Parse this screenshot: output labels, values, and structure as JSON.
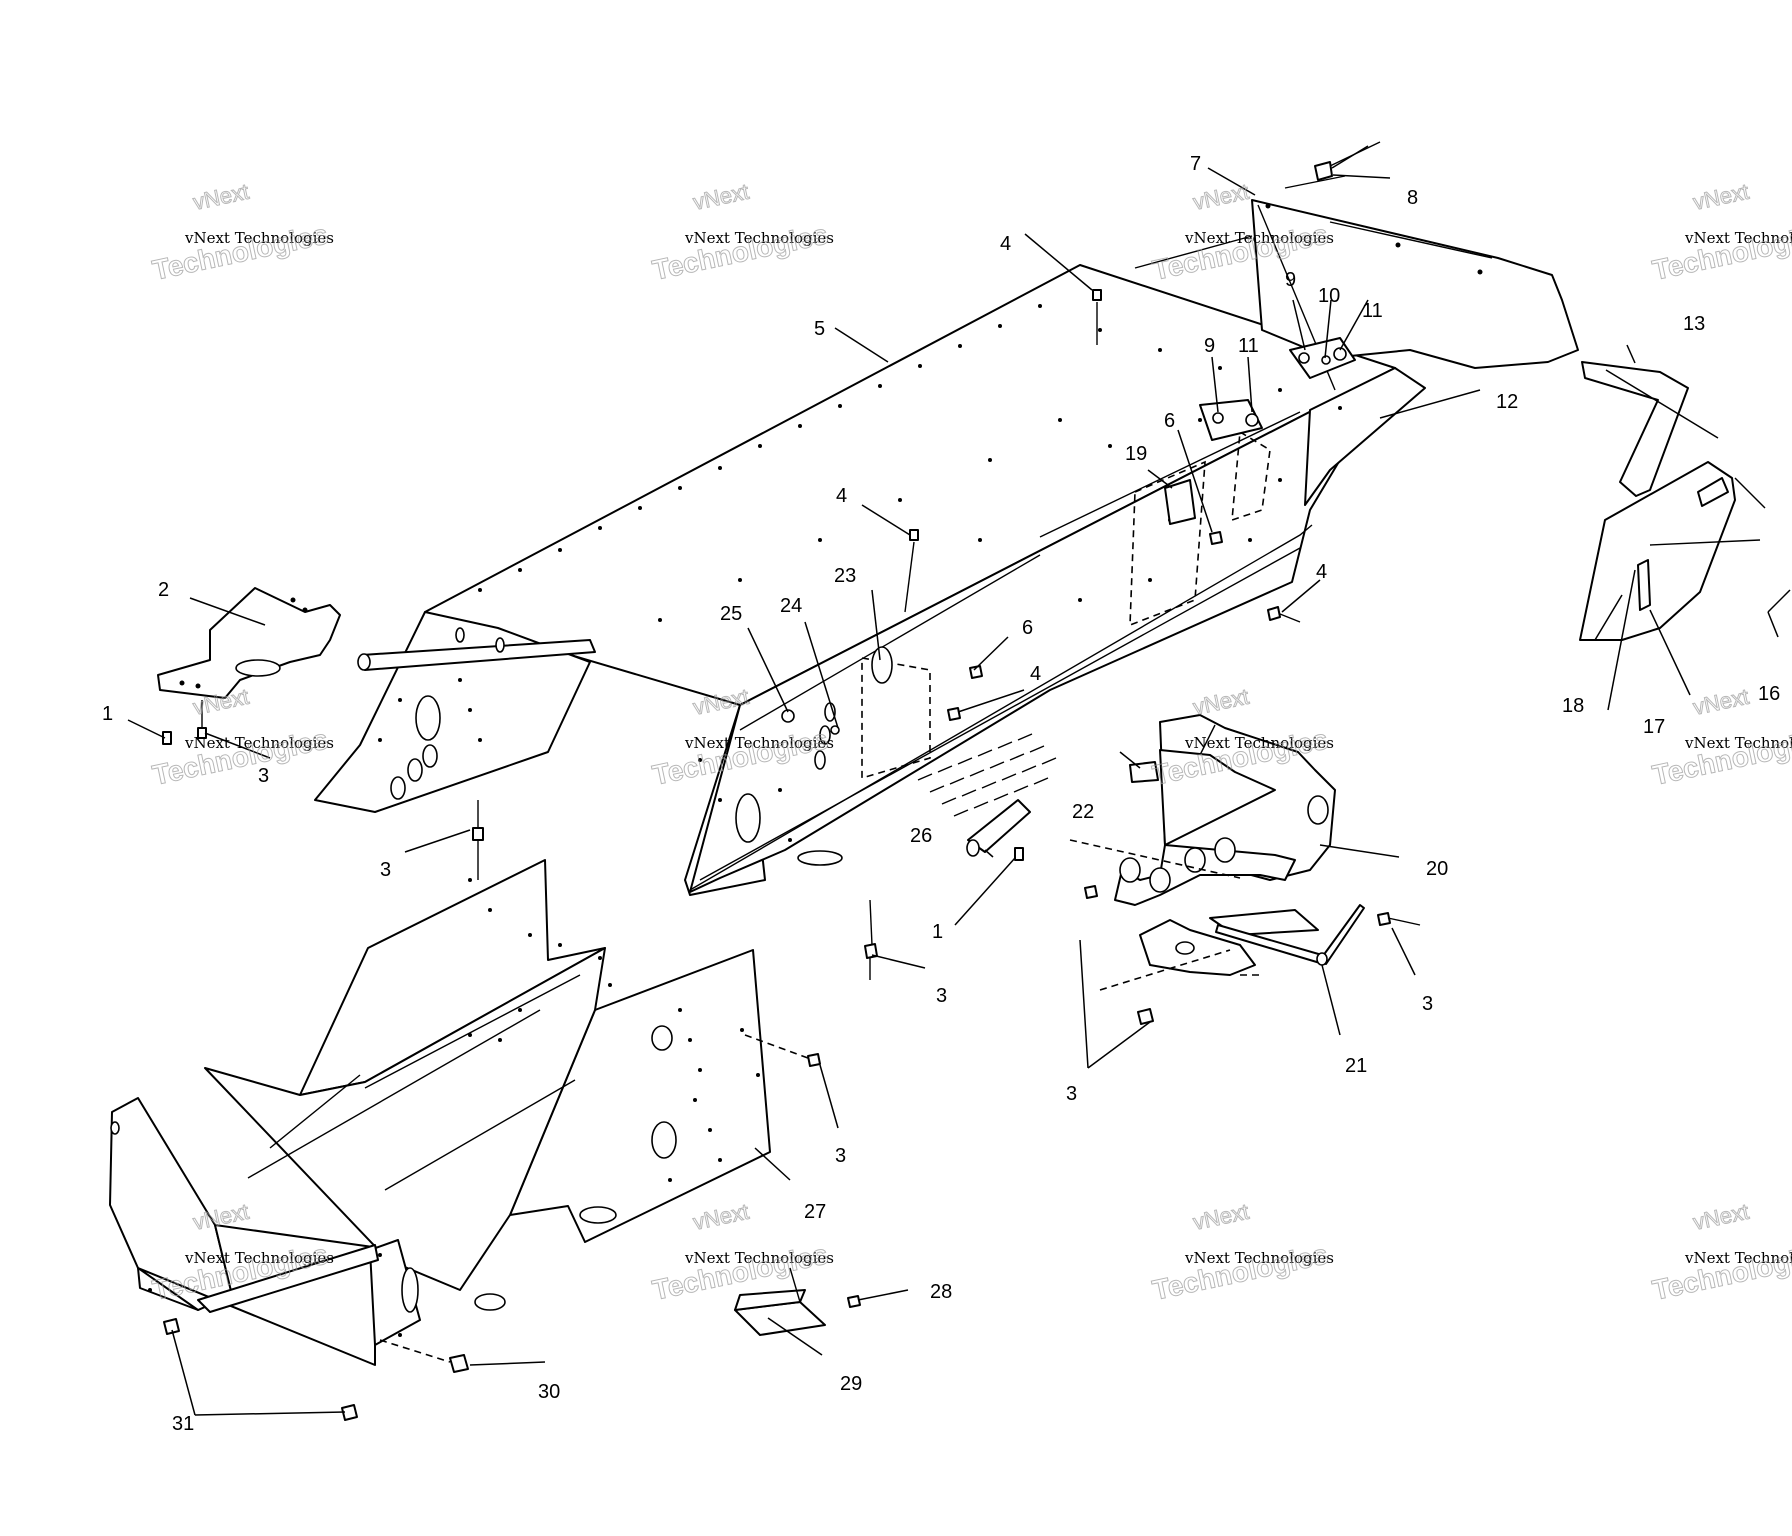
{
  "diagram": {
    "callouts": [
      "1",
      "2",
      "3",
      "4",
      "5",
      "6",
      "7",
      "8",
      "9",
      "10",
      "11",
      "12",
      "13",
      "16",
      "17",
      "18",
      "19",
      "20",
      "21",
      "22",
      "23",
      "24",
      "25",
      "26",
      "27",
      "28",
      "29",
      "30",
      "31"
    ],
    "watermark": {
      "line1": "vNext Technologies",
      "big_word": "Technologies",
      "small_word": "vNext"
    }
  }
}
